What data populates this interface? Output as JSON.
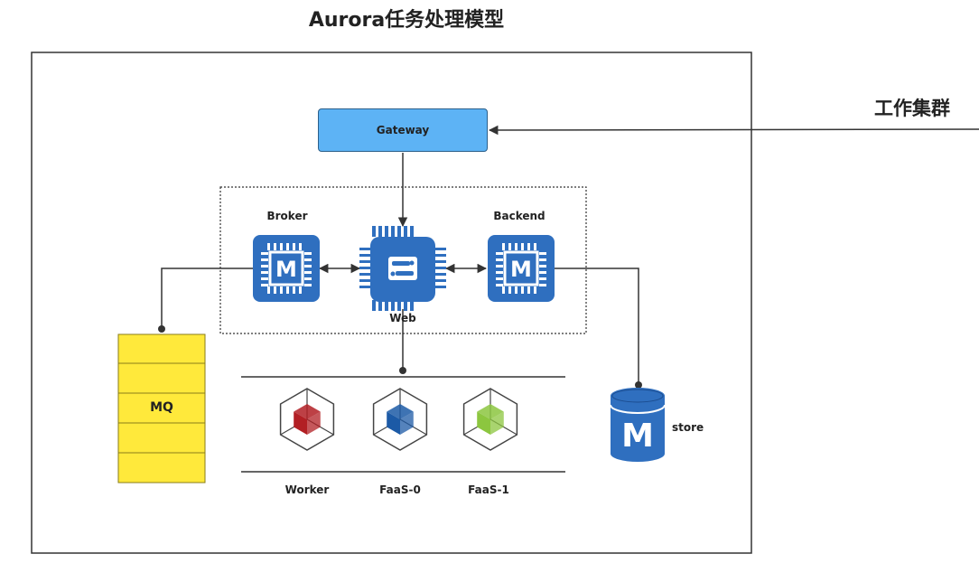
{
  "diagram": {
    "title": "Aurora任务处理模型",
    "side_label": "工作集群",
    "gateway": "Gateway",
    "broker": "Broker",
    "web": "Web",
    "backend": "Backend",
    "mq": "MQ",
    "store": "store",
    "store_icon_letter": "M",
    "chip_letter": "M",
    "workers": [
      {
        "label": "Worker",
        "color": "#b21f24"
      },
      {
        "label": "FaaS-0",
        "color": "#1c5aa6"
      },
      {
        "label": "FaaS-1",
        "color": "#8cc63f"
      }
    ]
  },
  "colors": {
    "chip_blue": "#2f6fbf",
    "gateway_fill": "#5db3f5",
    "mq_fill": "#ffe93b",
    "line": "#333333"
  }
}
